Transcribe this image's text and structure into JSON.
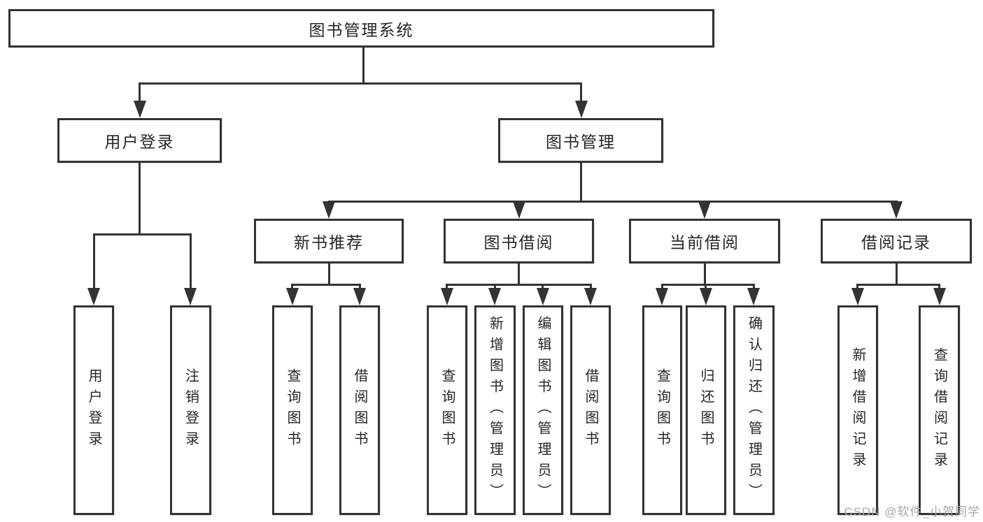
{
  "diagram": {
    "root": "图书管理系统",
    "level2": [
      "用户登录",
      "图书管理"
    ],
    "level3": [
      "新书推荐",
      "图书借阅",
      "当前借阅",
      "借阅记录"
    ],
    "leaves": [
      "用户登录",
      "注销登录",
      "查询图书",
      "借阅图书",
      "查询图书",
      "新增图书（管理员）",
      "编辑图书（管理员）",
      "借阅图书",
      "查询图书",
      "归还图书",
      "确认归还（管理员）",
      "新增借阅记录",
      "查询借阅记录"
    ]
  },
  "watermark": "CSDN @软件_小贺同学",
  "colors": {
    "line": "#333333",
    "text": "#262626",
    "watermark": "#a8a8a8",
    "background": "#ffffff"
  }
}
